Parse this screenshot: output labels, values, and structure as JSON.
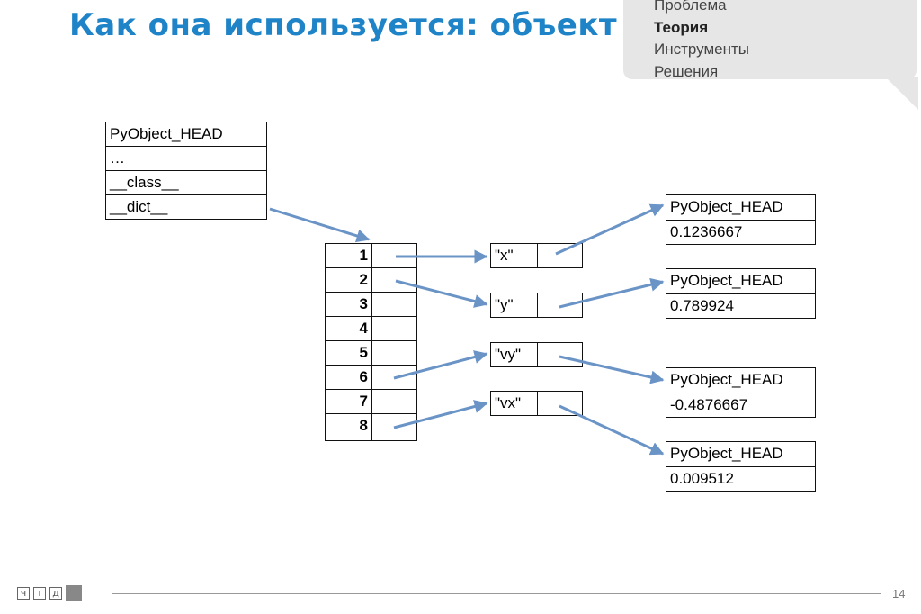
{
  "slide": {
    "title": "Как она используется: объект",
    "page_number": "14"
  },
  "nav": {
    "items": [
      "Проблема",
      "Теория",
      "Инструменты",
      "Решения"
    ],
    "active_index": 1
  },
  "logo": {
    "letters": [
      "ч",
      "т",
      "д"
    ]
  },
  "diagram": {
    "object": {
      "rows": [
        "PyObject_HEAD",
        "…",
        "__class__",
        "__dict__"
      ]
    },
    "dict_table": {
      "indices": [
        "1",
        "2",
        "3",
        "4",
        "5",
        "6",
        "7",
        "8"
      ]
    },
    "keys": [
      "\"x\"",
      "\"y\"",
      "\"vy\"",
      "\"vx\""
    ],
    "values": [
      {
        "head": "PyObject_HEAD",
        "value": "0.1236667"
      },
      {
        "head": "PyObject_HEAD",
        "value": "0.789924"
      },
      {
        "head": "PyObject_HEAD",
        "value": "-0.4876667"
      },
      {
        "head": "PyObject_HEAD",
        "value": "0.009512"
      }
    ],
    "arrow_color": "#6a93c6"
  }
}
